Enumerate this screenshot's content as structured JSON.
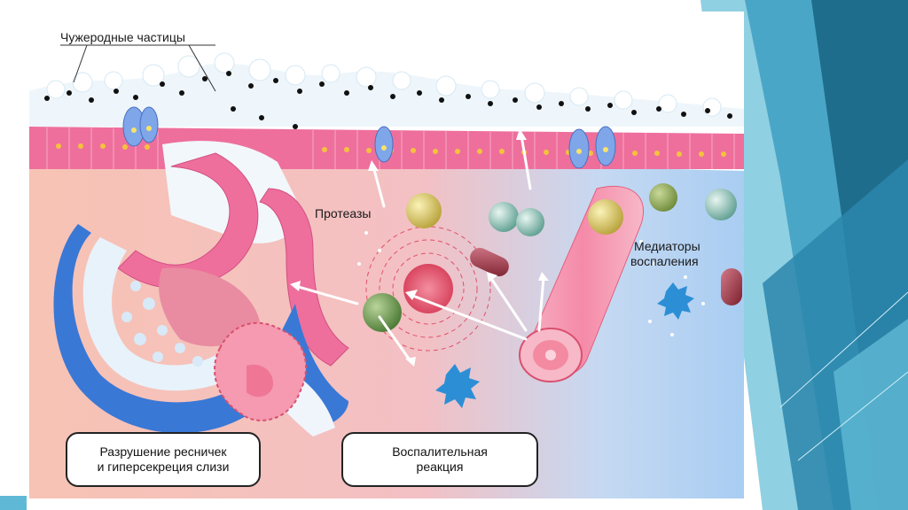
{
  "labels": {
    "foreign_particles": "Чужеродные частицы",
    "proteases": "Протеазы",
    "mediators_line1": "Медиаторы",
    "mediators_line2": "воспаления"
  },
  "captions": {
    "cilia_destruction_line1": "Разрушение ресничек",
    "cilia_destruction_line2": "и гиперсекреция слизи",
    "inflammatory_line1": "Воспалительная",
    "inflammatory_line2": "реакция"
  },
  "colors": {
    "slide_teal_dark": "#1f6d8c",
    "slide_teal_mid": "#3a97b8",
    "slide_teal_light": "#8fd0e2",
    "tissue_pink": "#f6b9ab",
    "tissue_blue": "#a9d3f3",
    "epithelium_pink": "#ee6f9c",
    "mucus_cells_blue": "#3a78d6",
    "vessel_pink": "#f59ab0"
  }
}
